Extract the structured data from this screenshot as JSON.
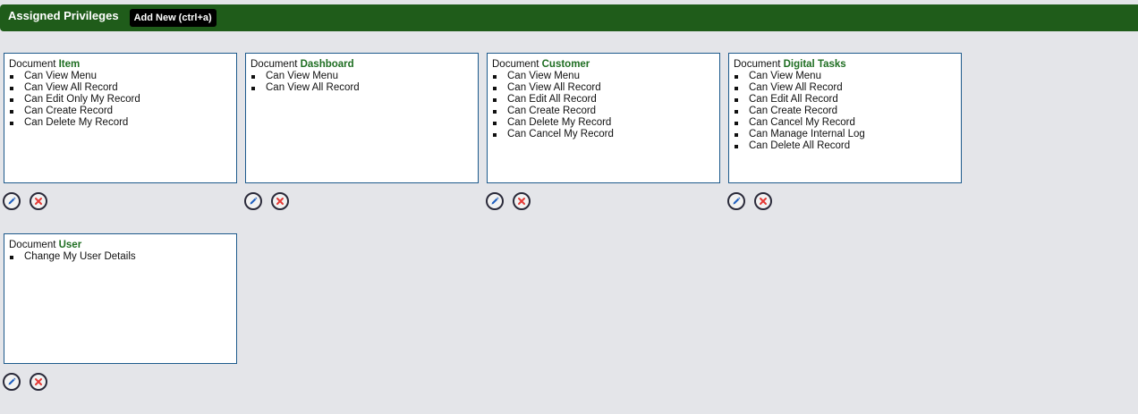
{
  "header": {
    "title": "Assigned Privileges",
    "add_new_label": "Add New (ctrl+a)"
  },
  "colors": {
    "header_bg": "#1f5c1a",
    "doc_name": "#1f6e22",
    "card_border": "#1d5a8c",
    "page_bg": "#e4e5e9",
    "edit_icon": "#1f5fbf",
    "delete_icon": "#e53935"
  },
  "document_prefix": "Document",
  "documents": [
    {
      "name": "Item",
      "permissions": [
        "Can View Menu",
        "Can View All Record",
        "Can Edit Only My Record",
        "Can Create Record",
        "Can Delete My Record"
      ]
    },
    {
      "name": "Dashboard",
      "permissions": [
        "Can View Menu",
        "Can View All Record"
      ]
    },
    {
      "name": "Customer",
      "permissions": [
        "Can View Menu",
        "Can View All Record",
        "Can Edit All Record",
        "Can Create Record",
        "Can Delete My Record",
        "Can Cancel My Record"
      ]
    },
    {
      "name": "Digital Tasks",
      "permissions": [
        "Can View Menu",
        "Can View All Record",
        "Can Edit All Record",
        "Can Create Record",
        "Can Cancel My Record",
        "Can Manage Internal Log",
        "Can Delete All Record"
      ]
    },
    {
      "name": "User",
      "permissions": [
        "Change My User Details"
      ]
    }
  ],
  "icons": {
    "edit": "pencil-icon",
    "delete": "close-x-icon"
  }
}
